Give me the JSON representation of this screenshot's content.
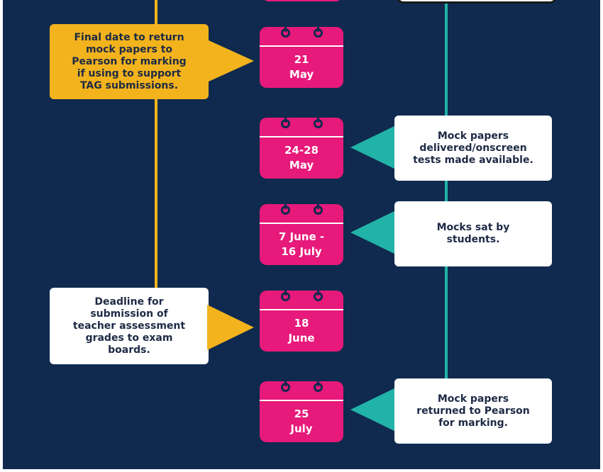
{
  "colors": {
    "background": "#0f2a4e",
    "calendar": "#e7197a",
    "left_timeline": "#f2b31c",
    "right_timeline": "#21b3a7",
    "note_yellow": "#f2b31c",
    "note_white": "#ffffff"
  },
  "left_notes": [
    {
      "lines": [
        "Final date to return",
        "mock papers to",
        "Pearson for marking",
        "if using to support",
        "TAG submissions."
      ]
    },
    {
      "lines": [
        "Deadline for",
        "submission of",
        "teacher assessment",
        "grades to exam",
        "boards."
      ]
    }
  ],
  "calendars": [
    {
      "lines": [
        "21",
        "May"
      ]
    },
    {
      "lines": [
        "24-28",
        "May"
      ]
    },
    {
      "lines": [
        "7 June -",
        "16 July"
      ]
    },
    {
      "lines": [
        "18",
        "June"
      ]
    },
    {
      "lines": [
        "25",
        "July"
      ]
    }
  ],
  "right_notes": [
    {
      "lines": [
        "Mock papers",
        "delivered/onscreen",
        "tests made available."
      ]
    },
    {
      "lines": [
        "Mocks sat by",
        "students."
      ]
    },
    {
      "lines": [
        "Mock papers",
        "returned to Pearson",
        "for marking."
      ]
    }
  ]
}
